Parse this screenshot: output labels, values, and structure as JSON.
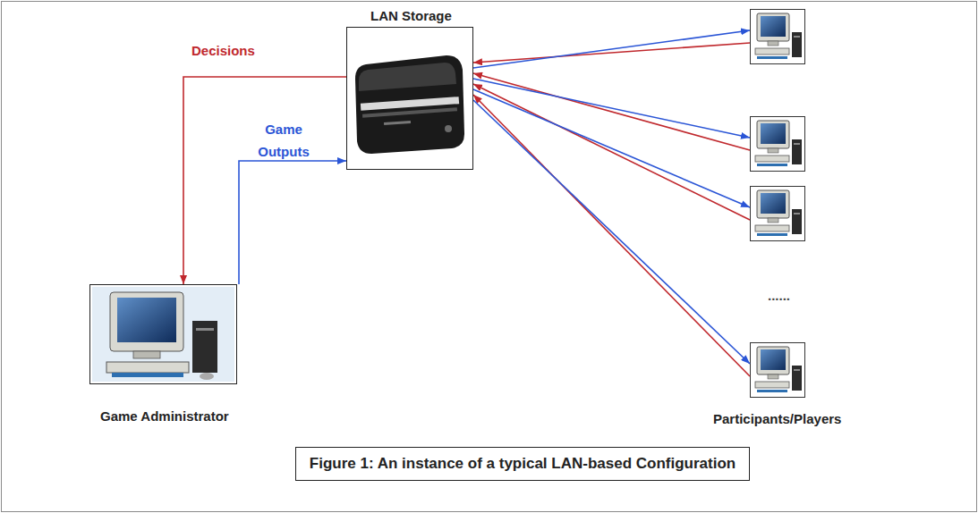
{
  "diagram": {
    "caption": "Figure 1: An instance of a typical LAN-based Configuration",
    "nodes": [
      {
        "text": [
          "LAN Storage"
        ]
      },
      {
        "text": [
          "Game Administrator"
        ]
      },
      {
        "text": [
          "Participants/Players"
        ]
      }
    ],
    "edges": [
      {
        "from": 0,
        "to": 1,
        "arrow": "to",
        "label": "Decisions"
      },
      {
        "from": 1,
        "to": 0,
        "arrow": "to",
        "label": "Game Outputs"
      },
      {
        "from": 2,
        "to": 0,
        "arrow": "to"
      },
      {
        "from": 0,
        "to": 2,
        "arrow": "to"
      }
    ],
    "labels": [
      "......"
    ]
  }
}
